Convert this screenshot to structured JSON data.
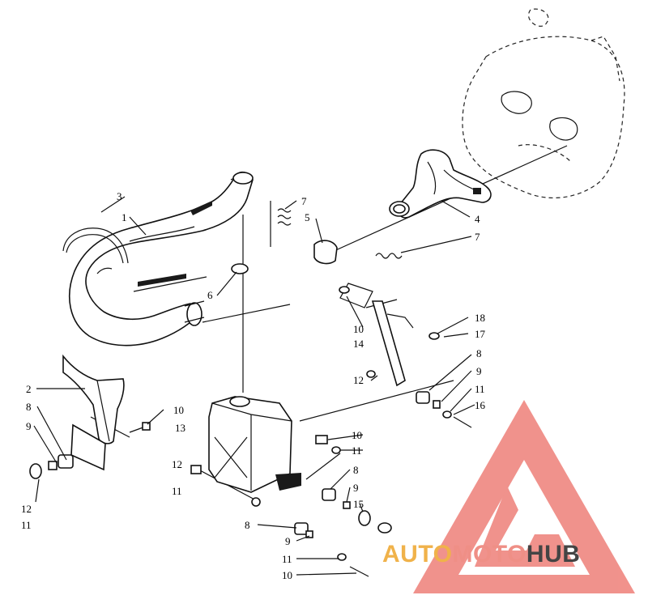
{
  "callouts": [
    {
      "id": "c3",
      "text": "3"
    },
    {
      "id": "c1",
      "text": "1"
    },
    {
      "id": "c7a",
      "text": "7"
    },
    {
      "id": "c5",
      "text": "5"
    },
    {
      "id": "c4",
      "text": "4"
    },
    {
      "id": "c7b",
      "text": "7"
    },
    {
      "id": "c6",
      "text": "6"
    },
    {
      "id": "c10a",
      "text": "10"
    },
    {
      "id": "c14",
      "text": "14"
    },
    {
      "id": "c18",
      "text": "18"
    },
    {
      "id": "c17",
      "text": "17"
    },
    {
      "id": "c8a",
      "text": "8"
    },
    {
      "id": "c12a",
      "text": "12"
    },
    {
      "id": "c9a",
      "text": "9"
    },
    {
      "id": "c11a",
      "text": "11"
    },
    {
      "id": "c16",
      "text": "16"
    },
    {
      "id": "c2",
      "text": "2"
    },
    {
      "id": "c8b",
      "text": "8"
    },
    {
      "id": "c10b",
      "text": "10"
    },
    {
      "id": "c13",
      "text": "13"
    },
    {
      "id": "c9b",
      "text": "9"
    },
    {
      "id": "c10c",
      "text": "10"
    },
    {
      "id": "c11b",
      "text": "11"
    },
    {
      "id": "c12b",
      "text": "12"
    },
    {
      "id": "c11c",
      "text": "11"
    },
    {
      "id": "c8c",
      "text": "8"
    },
    {
      "id": "c9c",
      "text": "9"
    },
    {
      "id": "c15",
      "text": "15"
    },
    {
      "id": "c12c",
      "text": "12"
    },
    {
      "id": "c11d",
      "text": "11"
    },
    {
      "id": "c8d",
      "text": "8"
    },
    {
      "id": "c9d",
      "text": "9"
    },
    {
      "id": "c11e",
      "text": "11"
    },
    {
      "id": "c10d",
      "text": "10"
    }
  ],
  "watermark": {
    "part1": "AUTO",
    "part2": "MOTO",
    "part3": "HUB",
    "color1": "#f0b24a",
    "color2": "#ef8f86",
    "color3": "#444444",
    "logo_color": "#ee7f78"
  }
}
